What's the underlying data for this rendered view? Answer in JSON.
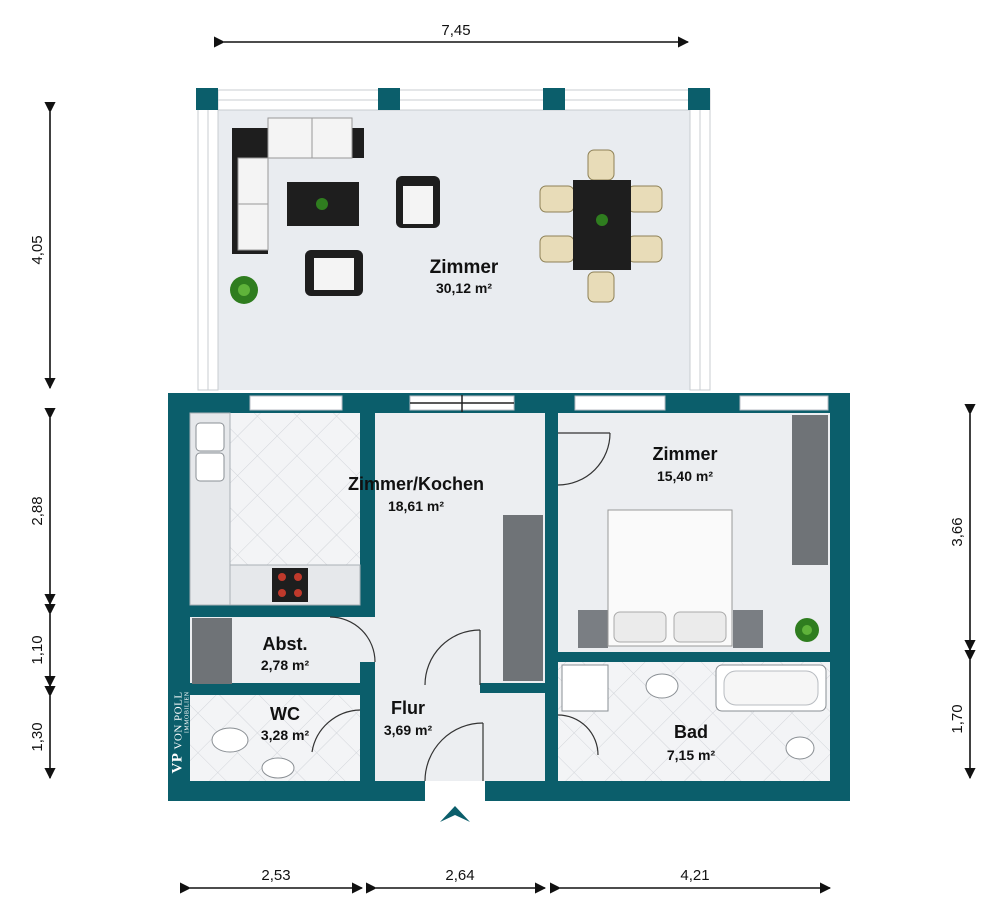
{
  "colors": {
    "wall": "#0b5e6b",
    "floor": "#eceef1",
    "tile": "#f2f3f5",
    "window": "#ffffff",
    "furniture_dark": "#1e1e1e",
    "cabinet": "#6f7377",
    "plant": "#2f7d1f"
  },
  "rooms": [
    {
      "id": "zimmer-top",
      "name": "Zimmer",
      "area": "30,12 m²"
    },
    {
      "id": "zimmer-kochen",
      "name": "Zimmer/Kochen",
      "area": "18,61 m²"
    },
    {
      "id": "zimmer-right",
      "name": "Zimmer",
      "area": "15,40 m²"
    },
    {
      "id": "abst",
      "name": "Abst.",
      "area": "2,78 m²"
    },
    {
      "id": "wc",
      "name": "WC",
      "area": "3,28 m²"
    },
    {
      "id": "flur",
      "name": "Flur",
      "area": "3,69 m²"
    },
    {
      "id": "bad",
      "name": "Bad",
      "area": "7,15 m²"
    }
  ],
  "dimensions": {
    "top": "7,45",
    "left_1": "4,05",
    "left_2": "2,88",
    "left_3": "1,10",
    "left_4": "1,30",
    "right_1": "3,66",
    "right_2": "1,70",
    "bottom_1": "2,53",
    "bottom_2": "2,64",
    "bottom_3": "4,21"
  },
  "logo": {
    "monogram": "VP",
    "name": "VON POLL",
    "subtitle": "IMMOBILIEN"
  },
  "icons": [
    "entrance-arrow-icon",
    "plant-icon",
    "sofa-icon",
    "armchair-icon",
    "dining-table-icon",
    "bed-icon",
    "sink-icon",
    "stove-icon",
    "toilet-icon",
    "bathtub-icon",
    "shower-icon"
  ]
}
